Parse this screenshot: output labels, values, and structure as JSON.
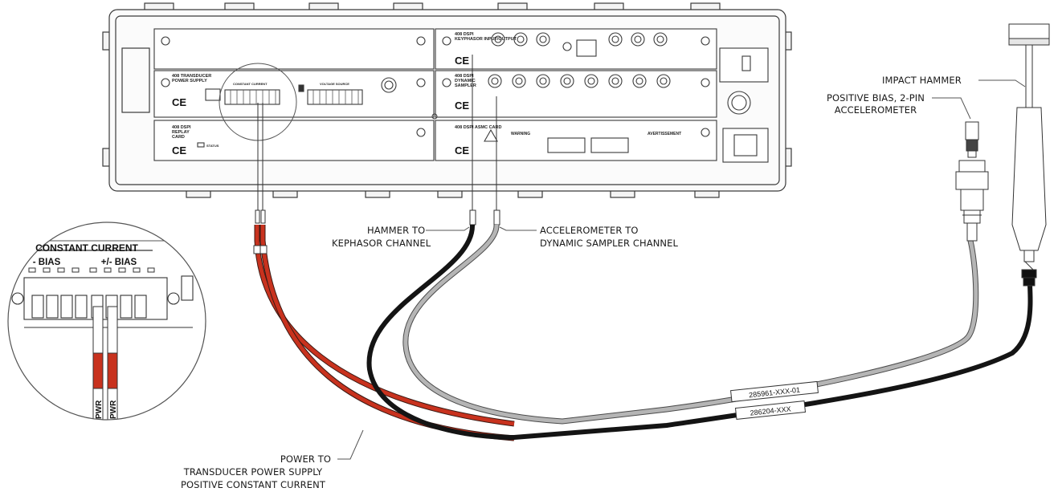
{
  "colors": {
    "red_cable": "#c8321e",
    "black_cable": "#141414",
    "gray_cable": "#a9a9a9",
    "outline": "#3a3a3a",
    "panel": "#f4f4f4"
  },
  "labels": {
    "impact_hammer": "IMPACT HAMMER",
    "accel_line1": "POSITIVE BIAS, 2-PIN",
    "accel_line2": "ACCELEROMETER",
    "hammer_line1": "HAMMER TO",
    "hammer_line2": "KEPHASOR CHANNEL",
    "accelto_line1": "ACCELEROMETER TO",
    "accelto_line2": "DYNAMIC SAMPLER CHANNEL",
    "power_line1": "POWER TO",
    "power_line2": "TRANSDUCER POWER SUPPLY",
    "power_line3": "POSITIVE CONSTANT CURRENT"
  },
  "cable_tags": {
    "gray": "285961-XXX-01",
    "black": "286204-XXX"
  },
  "detail": {
    "title": "CONSTANT CURRENT",
    "neg_bias": "- BIAS",
    "pm_bias": "+/- BIAS",
    "pwr1": "PWR",
    "pwr2": "PWR"
  },
  "cards": {
    "tps_title1": "408 TRANSDUCER",
    "tps_title2": "POWER SUPPLY",
    "tps_header_cc": "CONSTANT CURRENT",
    "tps_header_vs": "VOLTAGE SOURCE",
    "dspi_keyphasor1": "408 DSPI",
    "dspi_keyphasor2": "KEYPHASOR INPUT/OUTPUT",
    "dspi_dyn1": "408 DSPI",
    "dspi_dyn2": "DYNAMIC",
    "dspi_dyn3": "SAMPLER",
    "replay1": "408 DSPI",
    "replay2": "REPLAY",
    "replay3": "CARD",
    "asmc": "408 DSPI ASMC CARD",
    "warning": "WARNING",
    "avertissement": "AVERTISSEMENT",
    "status": "STATUS",
    "ce": "CE"
  }
}
